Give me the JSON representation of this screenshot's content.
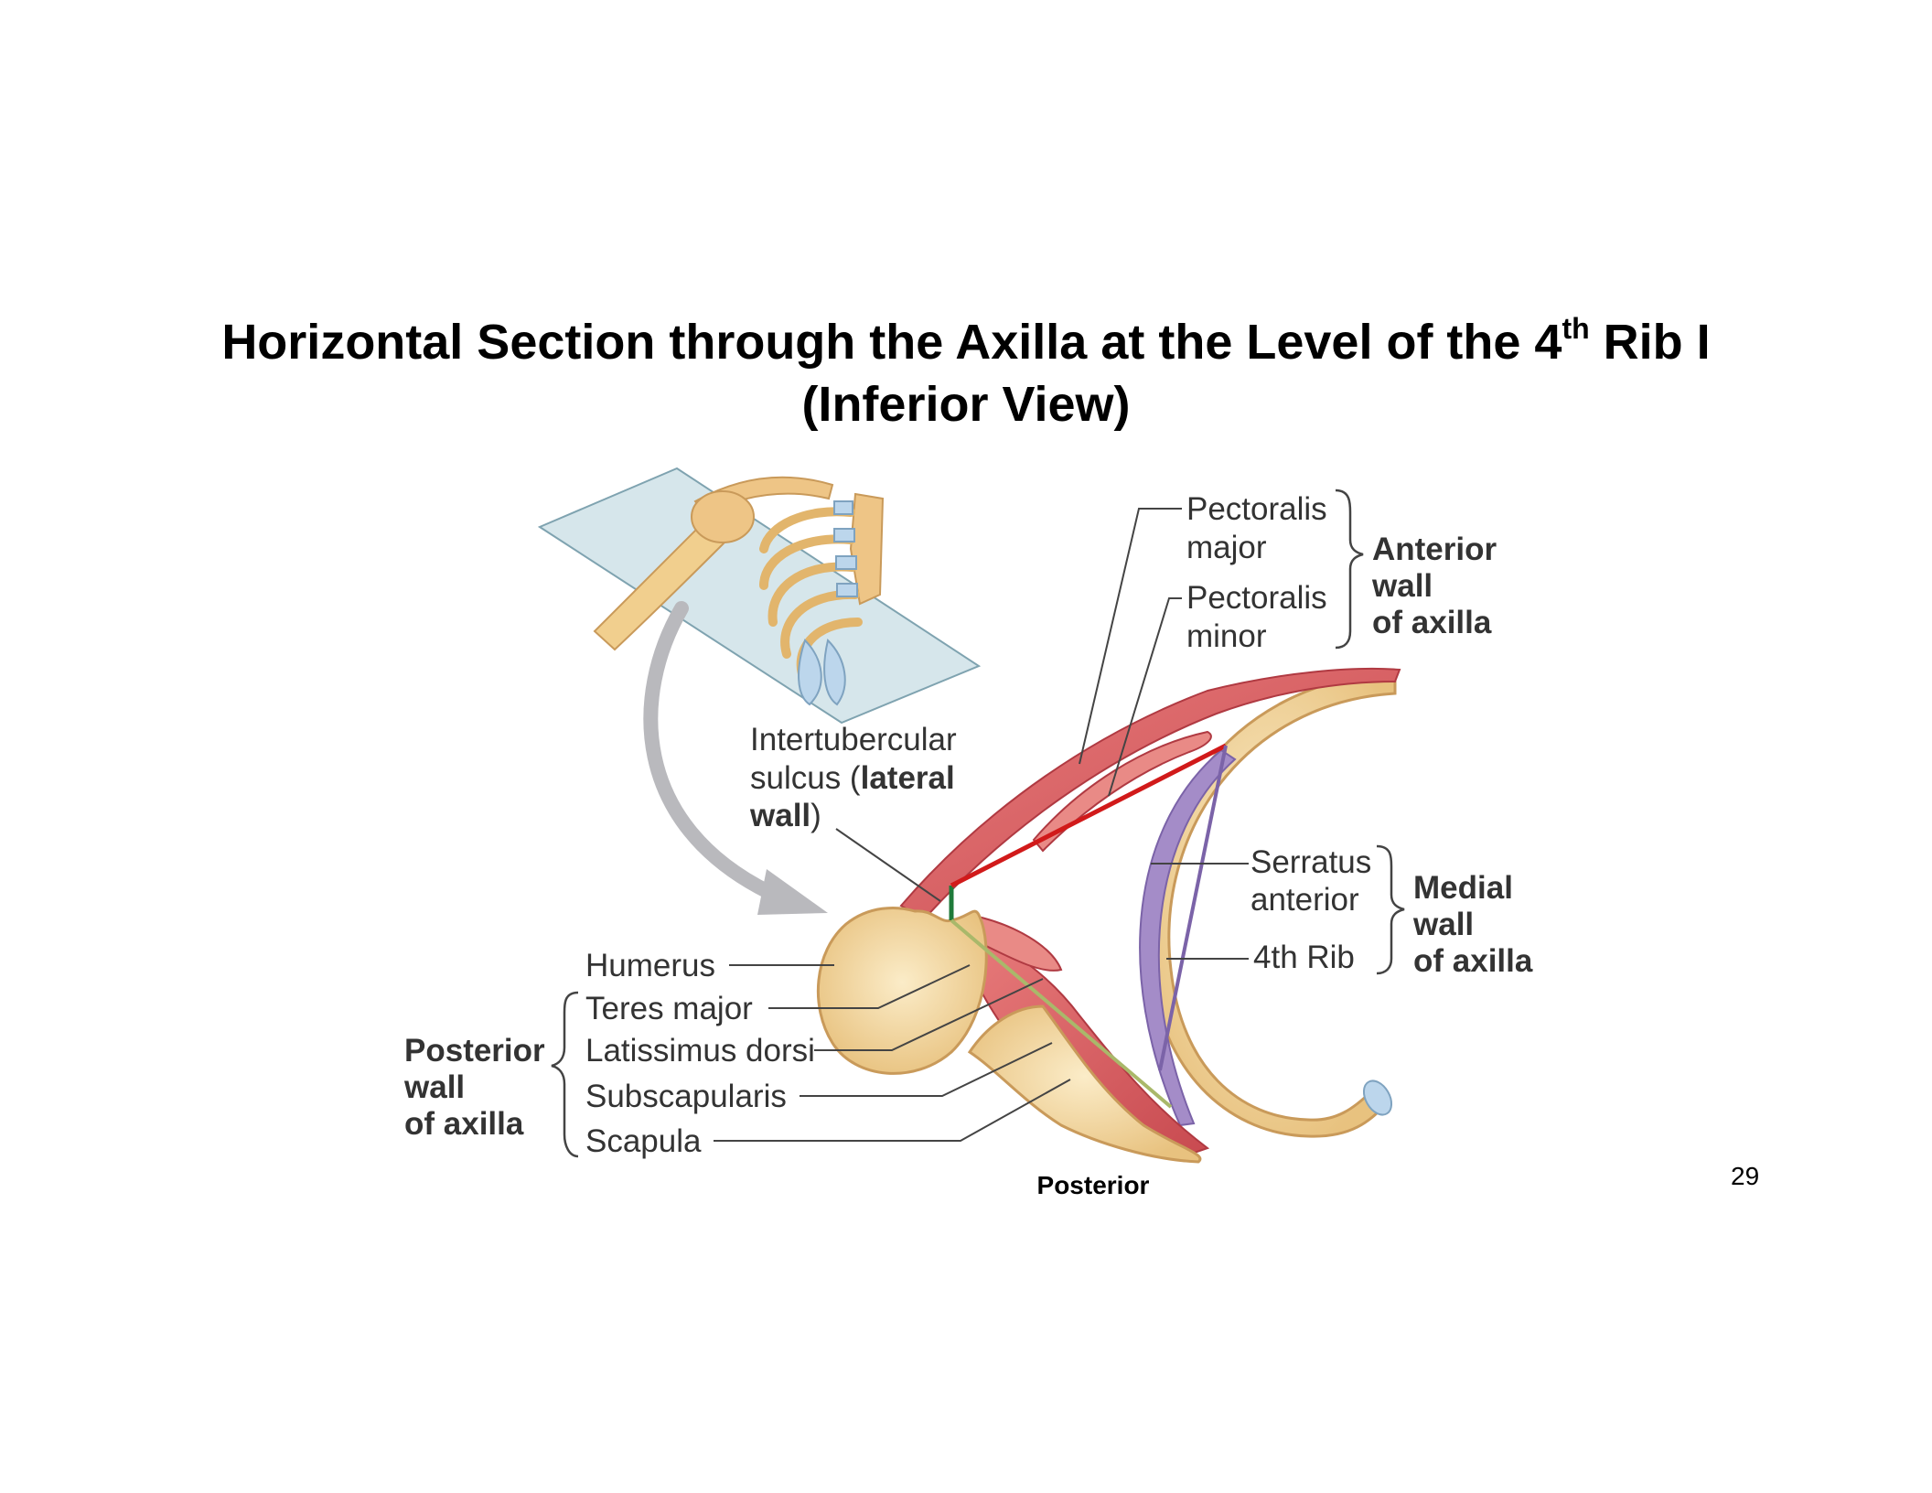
{
  "title": {
    "line1_pre": "Horizontal Section through the Axilla at the Level of the 4",
    "line1_sup": "th",
    "line1_post": " Rib  I",
    "line2": "(Inferior View)"
  },
  "labels": {
    "pectoralis_major_1": "Pectoralis",
    "pectoralis_major_2": "major",
    "pectoralis_minor_1": "Pectoralis",
    "pectoralis_minor_2": "minor",
    "anterior_wall_1": "Anterior",
    "anterior_wall_2": "wall",
    "anterior_wall_3": "of axilla",
    "intertubercular_1": "Intertubercular",
    "intertubercular_2a": "sulcus (",
    "intertubercular_2b": "lateral",
    "intertubercular_3a": "wall",
    "intertubercular_3b": ")",
    "serratus_1": "Serratus",
    "serratus_2": "anterior",
    "fourth_rib": "4th Rib",
    "medial_wall_1": "Medial",
    "medial_wall_2": "wall",
    "medial_wall_3": "of axilla",
    "humerus": "Humerus",
    "teres_major": "Teres major",
    "latissimus_dorsi": "Latissimus dorsi",
    "subscapularis": "Subscapularis",
    "scapula": "Scapula",
    "posterior_wall_1": "Posterior",
    "posterior_wall_2": "wall",
    "posterior_wall_3": "of axilla"
  },
  "caption": "Posterior",
  "page_number": "29",
  "colors": {
    "muscle": "#d9595e",
    "bone": "#f3d9a3",
    "bone_outline": "#c99a5a",
    "plane": "#b9d3dc",
    "arrow": "#b9b9bd",
    "lateral_wall_line": "#1f7a3a",
    "anterior_wall_line": "#d11a1a",
    "serratus": "#7b63a8"
  }
}
